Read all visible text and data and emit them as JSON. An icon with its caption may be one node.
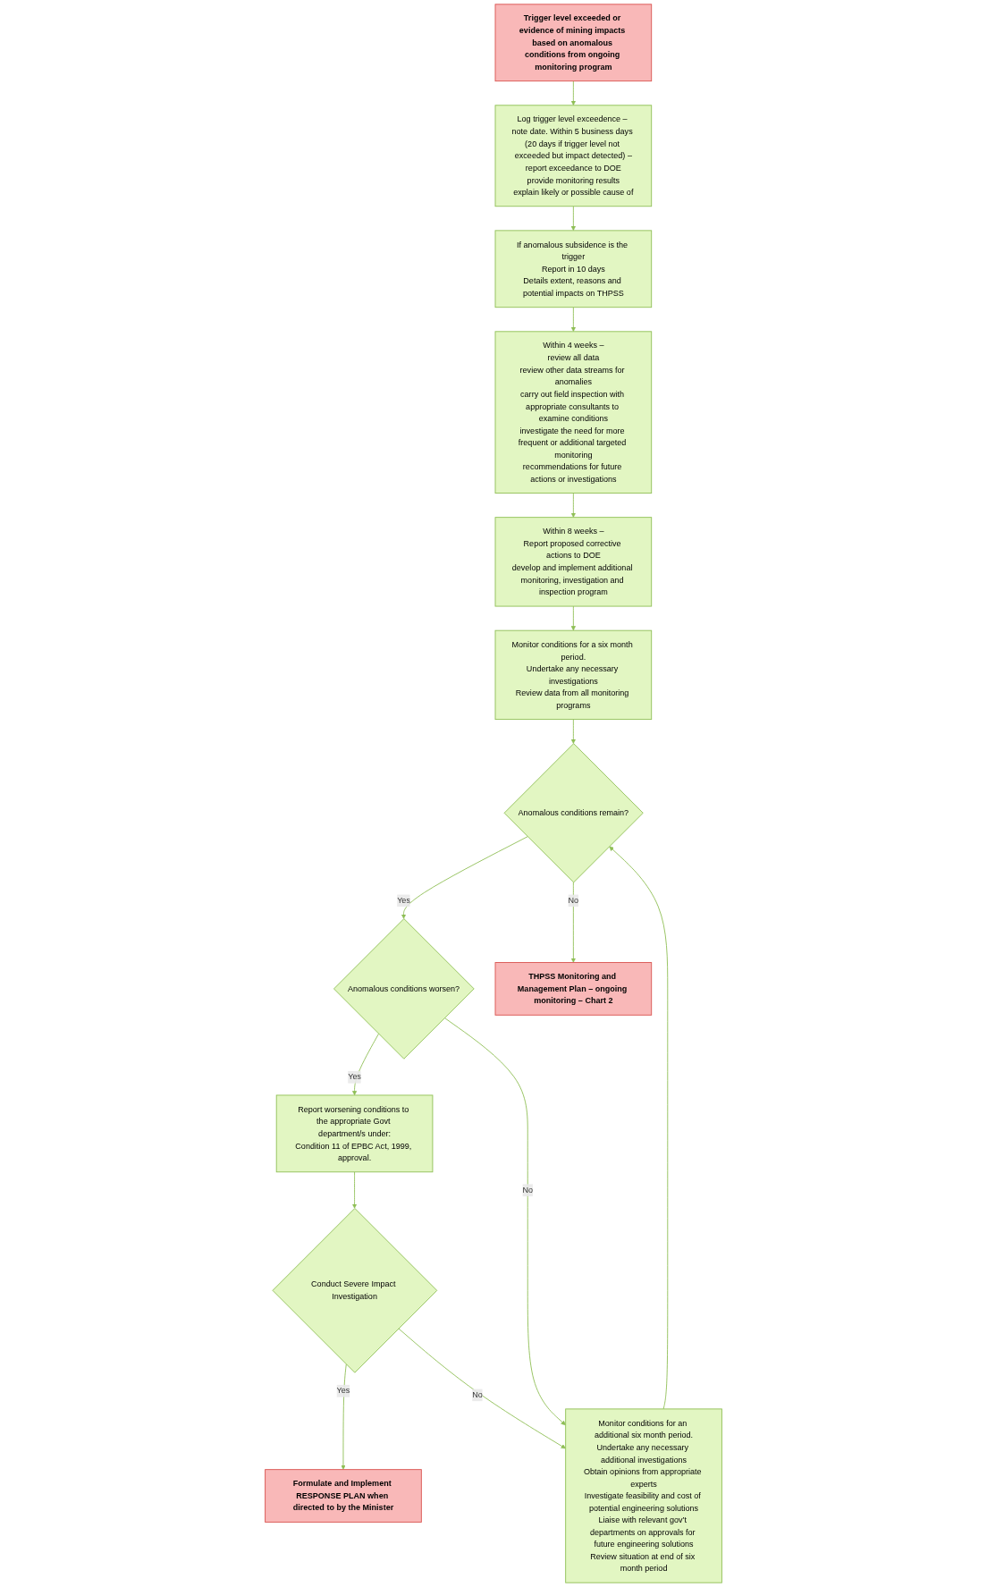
{
  "diagram": {
    "nodes": [
      {
        "text": [
          "Trigger level exceeded or evidence of mining impacts based on anomalous conditions from ongoing monitoring program"
        ]
      },
      {
        "text": [
          "Log trigger level exceedence – note date. Within 5 business days (20 days if trigger level not exceeded but impact detected) –",
          "report exceedance to DOE",
          "provide monitoring results",
          "explain likely or possible cause of"
        ]
      },
      {
        "text": [
          "If anomalous subsidence is the trigger",
          "Report in 10 days",
          "Details extent, reasons and potential impacts on THPSS"
        ]
      },
      {
        "text": [
          "Within 4 weeks –",
          "review all data",
          "review other data streams for anomalies",
          "carry out field inspection with appropriate consultants to examine conditions",
          "investigate the need for more frequent or additional targeted monitoring",
          "recommendations for future actions or investigations"
        ]
      },
      {
        "text": [
          "Within 8 weeks –",
          "Report proposed corrective actions to DOE",
          "develop and implement additional monitoring, investigation and inspection program"
        ]
      },
      {
        "text": [
          "Monitor conditions for a six month period.",
          "Undertake any necessary investigations",
          "Review data from all monitoring programs"
        ]
      },
      {
        "text": [
          "Anomalous conditions remain?"
        ]
      },
      {
        "text": [
          "Anomalous conditions worsen?"
        ]
      },
      {
        "text": [
          "THPSS Monitoring and Management Plan – ongoing monitoring – Chart 2"
        ]
      },
      {
        "text": [
          "Report worsening conditions to the appropriate Govt department/s under:",
          "Condition 11 of EPBC Act, 1999, approval."
        ]
      },
      {
        "text": [
          "Formulate and Implement RESPONSE PLAN when directed to by the Minister"
        ]
      },
      {
        "text": [
          "Monitor conditions for an additional six month period.",
          "Undertake any necessary additional investigations",
          "Obtain opinions from appropriate experts",
          "Investigate feasibility and cost of potential engineering solutions",
          "Liaise with relevant gov’t departments on approvals for future engineering solutions",
          "Review situation at end of six month period"
        ]
      },
      {
        "text": [
          "Conduct Severe Impact Investigation"
        ]
      }
    ],
    "edges": [
      {
        "from": 0,
        "to": 1,
        "arrow": "to"
      },
      {
        "from": 1,
        "to": 2,
        "arrow": "to"
      },
      {
        "from": 2,
        "to": 3,
        "arrow": "to"
      },
      {
        "from": 3,
        "to": 4,
        "arrow": "to"
      },
      {
        "from": 4,
        "to": 5,
        "arrow": "to"
      },
      {
        "from": 5,
        "to": 6,
        "arrow": "to"
      },
      {
        "from": 6,
        "to": 7,
        "label": "Yes",
        "arrow": "to"
      },
      {
        "from": 7,
        "to": 9,
        "label": "Yes",
        "arrow": "to"
      },
      {
        "from": 6,
        "to": 8,
        "label": "No",
        "arrow": "to"
      },
      {
        "from": 7,
        "to": 11,
        "label": "No",
        "arrow": "to"
      },
      {
        "from": 9,
        "to": 12,
        "arrow": "to"
      },
      {
        "from": 12,
        "to": 10,
        "label": "Yes",
        "arrow": "to"
      },
      {
        "from": 12,
        "to": 11,
        "label": "No",
        "arrow": "to"
      },
      {
        "from": 11,
        "to": 6,
        "arrow": "to"
      }
    ]
  }
}
